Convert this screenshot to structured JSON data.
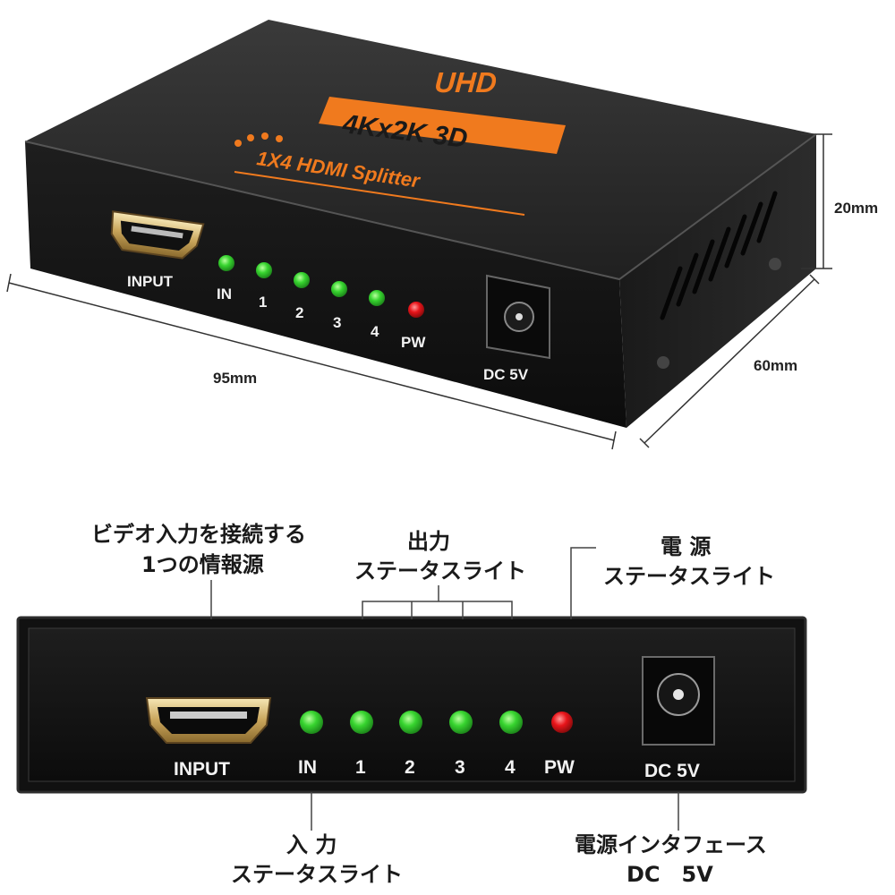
{
  "product": {
    "badge_uhd": "UHD",
    "badge_resolution": "4Kx2K 3D",
    "model_text": "1X4 HDMI Splitter"
  },
  "dimensions": {
    "height": "20mm",
    "depth": "60mm",
    "width": "95mm"
  },
  "ports": {
    "input": "INPUT",
    "dc": "DC 5V"
  },
  "leds": [
    {
      "label": "IN",
      "color": "#37d42f"
    },
    {
      "label": "1",
      "color": "#37d42f"
    },
    {
      "label": "2",
      "color": "#37d42f"
    },
    {
      "label": "3",
      "color": "#37d42f"
    },
    {
      "label": "4",
      "color": "#37d42f"
    },
    {
      "label": "PW",
      "color": "#e8141a"
    }
  ],
  "callouts": {
    "video_input_line1": "ビデオ入力を接続する",
    "video_input_line2": "1つの情報源",
    "output_line1": "出力",
    "output_line2": "ステータスライト",
    "power_line1": "電 源",
    "power_line2": "ステータスライト",
    "input_status_line1": "入 力",
    "input_status_line2": "ステータスライト",
    "power_interface_line1": "電源インタフェース",
    "power_interface_line2": "DC　5V"
  },
  "colors": {
    "case": "#151515",
    "accent_orange": "#f07a1e"
  }
}
